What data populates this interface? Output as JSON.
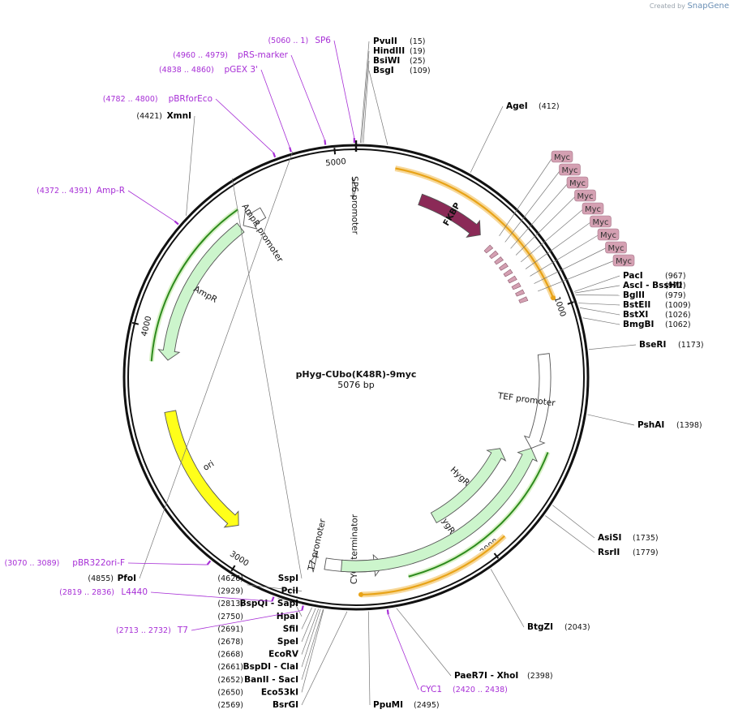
{
  "branding": {
    "created_by": "Created by",
    "product": "SnapGene"
  },
  "plasmid": {
    "name": "pHyg-CUbo(K48R)-9myc",
    "size_label": "5076 bp",
    "length": 5076
  },
  "ticks": [
    {
      "pos": 1000,
      "label": "1000"
    },
    {
      "pos": 2000,
      "label": "2000"
    },
    {
      "pos": 3000,
      "label": "3000"
    },
    {
      "pos": 4000,
      "label": "4000"
    },
    {
      "pos": 5000,
      "label": "5000"
    }
  ],
  "enzymes": [
    {
      "name": "PvuII",
      "pos": "(15)",
      "bp": 15,
      "side": "R"
    },
    {
      "name": "HindIII",
      "pos": "(19)",
      "bp": 19,
      "side": "R"
    },
    {
      "name": "BsiWI",
      "pos": "(25)",
      "bp": 25,
      "side": "R"
    },
    {
      "name": "BsgI",
      "pos": "(109)",
      "bp": 109,
      "side": "R"
    },
    {
      "name": "AgeI",
      "pos": "(412)",
      "bp": 412,
      "side": "R"
    },
    {
      "name": "PacI",
      "pos": "(967)",
      "bp": 967,
      "side": "R"
    },
    {
      "name": "AscI   - BssHII",
      "pos": "(972)",
      "bp": 972,
      "side": "R"
    },
    {
      "name": "BglII",
      "pos": "(979)",
      "bp": 979,
      "side": "R"
    },
    {
      "name": "BstEII",
      "pos": "(1009)",
      "bp": 1009,
      "side": "R"
    },
    {
      "name": "BstXI",
      "pos": "(1026)",
      "bp": 1026,
      "side": "R"
    },
    {
      "name": "BmgBI",
      "pos": "(1062)",
      "bp": 1062,
      "side": "R"
    },
    {
      "name": "BseRI",
      "pos": "(1173)",
      "bp": 1173,
      "side": "R"
    },
    {
      "name": "PshAI",
      "pos": "(1398)",
      "bp": 1398,
      "side": "R"
    },
    {
      "name": "AsiSI",
      "pos": "(1735)",
      "bp": 1735,
      "side": "R"
    },
    {
      "name": "RsrII",
      "pos": "(1779)",
      "bp": 1779,
      "side": "R"
    },
    {
      "name": "BtgZI",
      "pos": "(2043)",
      "bp": 2043,
      "side": "R"
    },
    {
      "name": "PaeR7I   - XhoI",
      "pos": "(2398)",
      "bp": 2398,
      "side": "R"
    },
    {
      "name": "PpuMI",
      "pos": "(2495)",
      "bp": 2495,
      "side": "R"
    },
    {
      "name": "BsrGI",
      "pos": "(2569)",
      "bp": 2569,
      "side": "L"
    },
    {
      "name": "Eco53kI",
      "pos": "(2650)",
      "bp": 2650,
      "side": "L"
    },
    {
      "name": "BanII   - SacI",
      "pos": "(2652)",
      "bp": 2652,
      "side": "L"
    },
    {
      "name": "BspDI   - ClaI",
      "pos": "(2661)",
      "bp": 2661,
      "side": "L"
    },
    {
      "name": "EcoRV",
      "pos": "(2668)",
      "bp": 2668,
      "side": "L"
    },
    {
      "name": "SpeI",
      "pos": "(2678)",
      "bp": 2678,
      "side": "L"
    },
    {
      "name": "SfiI",
      "pos": "(2691)",
      "bp": 2691,
      "side": "L"
    },
    {
      "name": "HpaI",
      "pos": "(2750)",
      "bp": 2750,
      "side": "L"
    },
    {
      "name": "BspQI   - SapI",
      "pos": "(2813)",
      "bp": 2813,
      "side": "L"
    },
    {
      "name": "PciI",
      "pos": "(2929)",
      "bp": 2929,
      "side": "L"
    },
    {
      "name": "SspI",
      "pos": "(4626)",
      "bp": 4626,
      "side": "L"
    },
    {
      "name": "PfoI",
      "pos": "(4855)",
      "bp": 4855,
      "side": "L"
    },
    {
      "name": "XmnI",
      "pos": "(4421)",
      "bp": 4421,
      "side": "L"
    }
  ],
  "primers": [
    {
      "name": "SP6",
      "pos": "(5060 .. 1)",
      "mid": 5070,
      "side": "L"
    },
    {
      "name": "pRS-marker",
      "pos": "(4960 .. 4979)",
      "mid": 4970,
      "side": "L"
    },
    {
      "name": "pGEX 3'",
      "pos": "(4838 .. 4860)",
      "mid": 4849,
      "side": "L"
    },
    {
      "name": "pBRforEco",
      "pos": "(4782 .. 4800)",
      "mid": 4791,
      "side": "L"
    },
    {
      "name": "Amp-R",
      "pos": "(4372 .. 4391)",
      "mid": 4381,
      "side": "L"
    },
    {
      "name": "CYC1",
      "pos": "(2420 .. 2438)",
      "mid": 2429,
      "side": "R"
    },
    {
      "name": "T7",
      "pos": "(2713 .. 2732)",
      "mid": 2722,
      "side": "L"
    },
    {
      "name": "L4440",
      "pos": "(2819 .. 2836)",
      "mid": 2828,
      "side": "L"
    },
    {
      "name": "pBR322ori-F",
      "pos": "(3070 .. 3089)",
      "mid": 3080,
      "side": "L"
    }
  ],
  "features": [
    {
      "name": "FKBP",
      "start": 280,
      "end": 580,
      "color": "#8b2a57",
      "dir": 1,
      "label_inside": true
    },
    {
      "name": "SP6 promoter",
      "start": 5062,
      "end": 5076,
      "color": "#ffffff",
      "dir": 1
    },
    {
      "name": "AmpR promoter",
      "start": 4560,
      "end": 4660,
      "color": "#ffffff",
      "dir": -1
    },
    {
      "name": "AmpR",
      "start": 3880,
      "end": 4545,
      "color": "#ccf5cc",
      "dir": -1
    },
    {
      "name": "ori",
      "start": 3080,
      "end": 3660,
      "color": "#ffff1a",
      "dir": -1
    },
    {
      "name": "T7 promoter",
      "start": 2713,
      "end": 2732,
      "color": "#ffffff",
      "dir": 1
    },
    {
      "name": "CYC1 terminator",
      "start": 2420,
      "end": 2670,
      "color": "#ffffff",
      "dir": -1
    },
    {
      "name": "HygR",
      "start": 1580,
      "end": 2600,
      "color": "#ccf5cc",
      "dir": -1
    },
    {
      "name": "HygR",
      "start": 1640,
      "end": 2130,
      "color": "#ccf5cc",
      "dir": -1,
      "inner": true
    },
    {
      "name": "TEF promoter",
      "start": 1170,
      "end": 1580,
      "color": "#ffffff",
      "dir": 1
    }
  ],
  "tags": [
    {
      "name": "Myc"
    },
    {
      "name": "Myc"
    },
    {
      "name": "Myc"
    },
    {
      "name": "Myc"
    },
    {
      "name": "Myc"
    },
    {
      "name": "Myc"
    },
    {
      "name": "Myc"
    },
    {
      "name": "Myc"
    },
    {
      "name": "Myc"
    }
  ],
  "colors": {
    "enzyme_text": "#000000",
    "primer": "#a72fd6",
    "orange_arc": "#e8a317",
    "green_arc": "#2e8b1e",
    "myc_fill": "#d4a0b2"
  }
}
